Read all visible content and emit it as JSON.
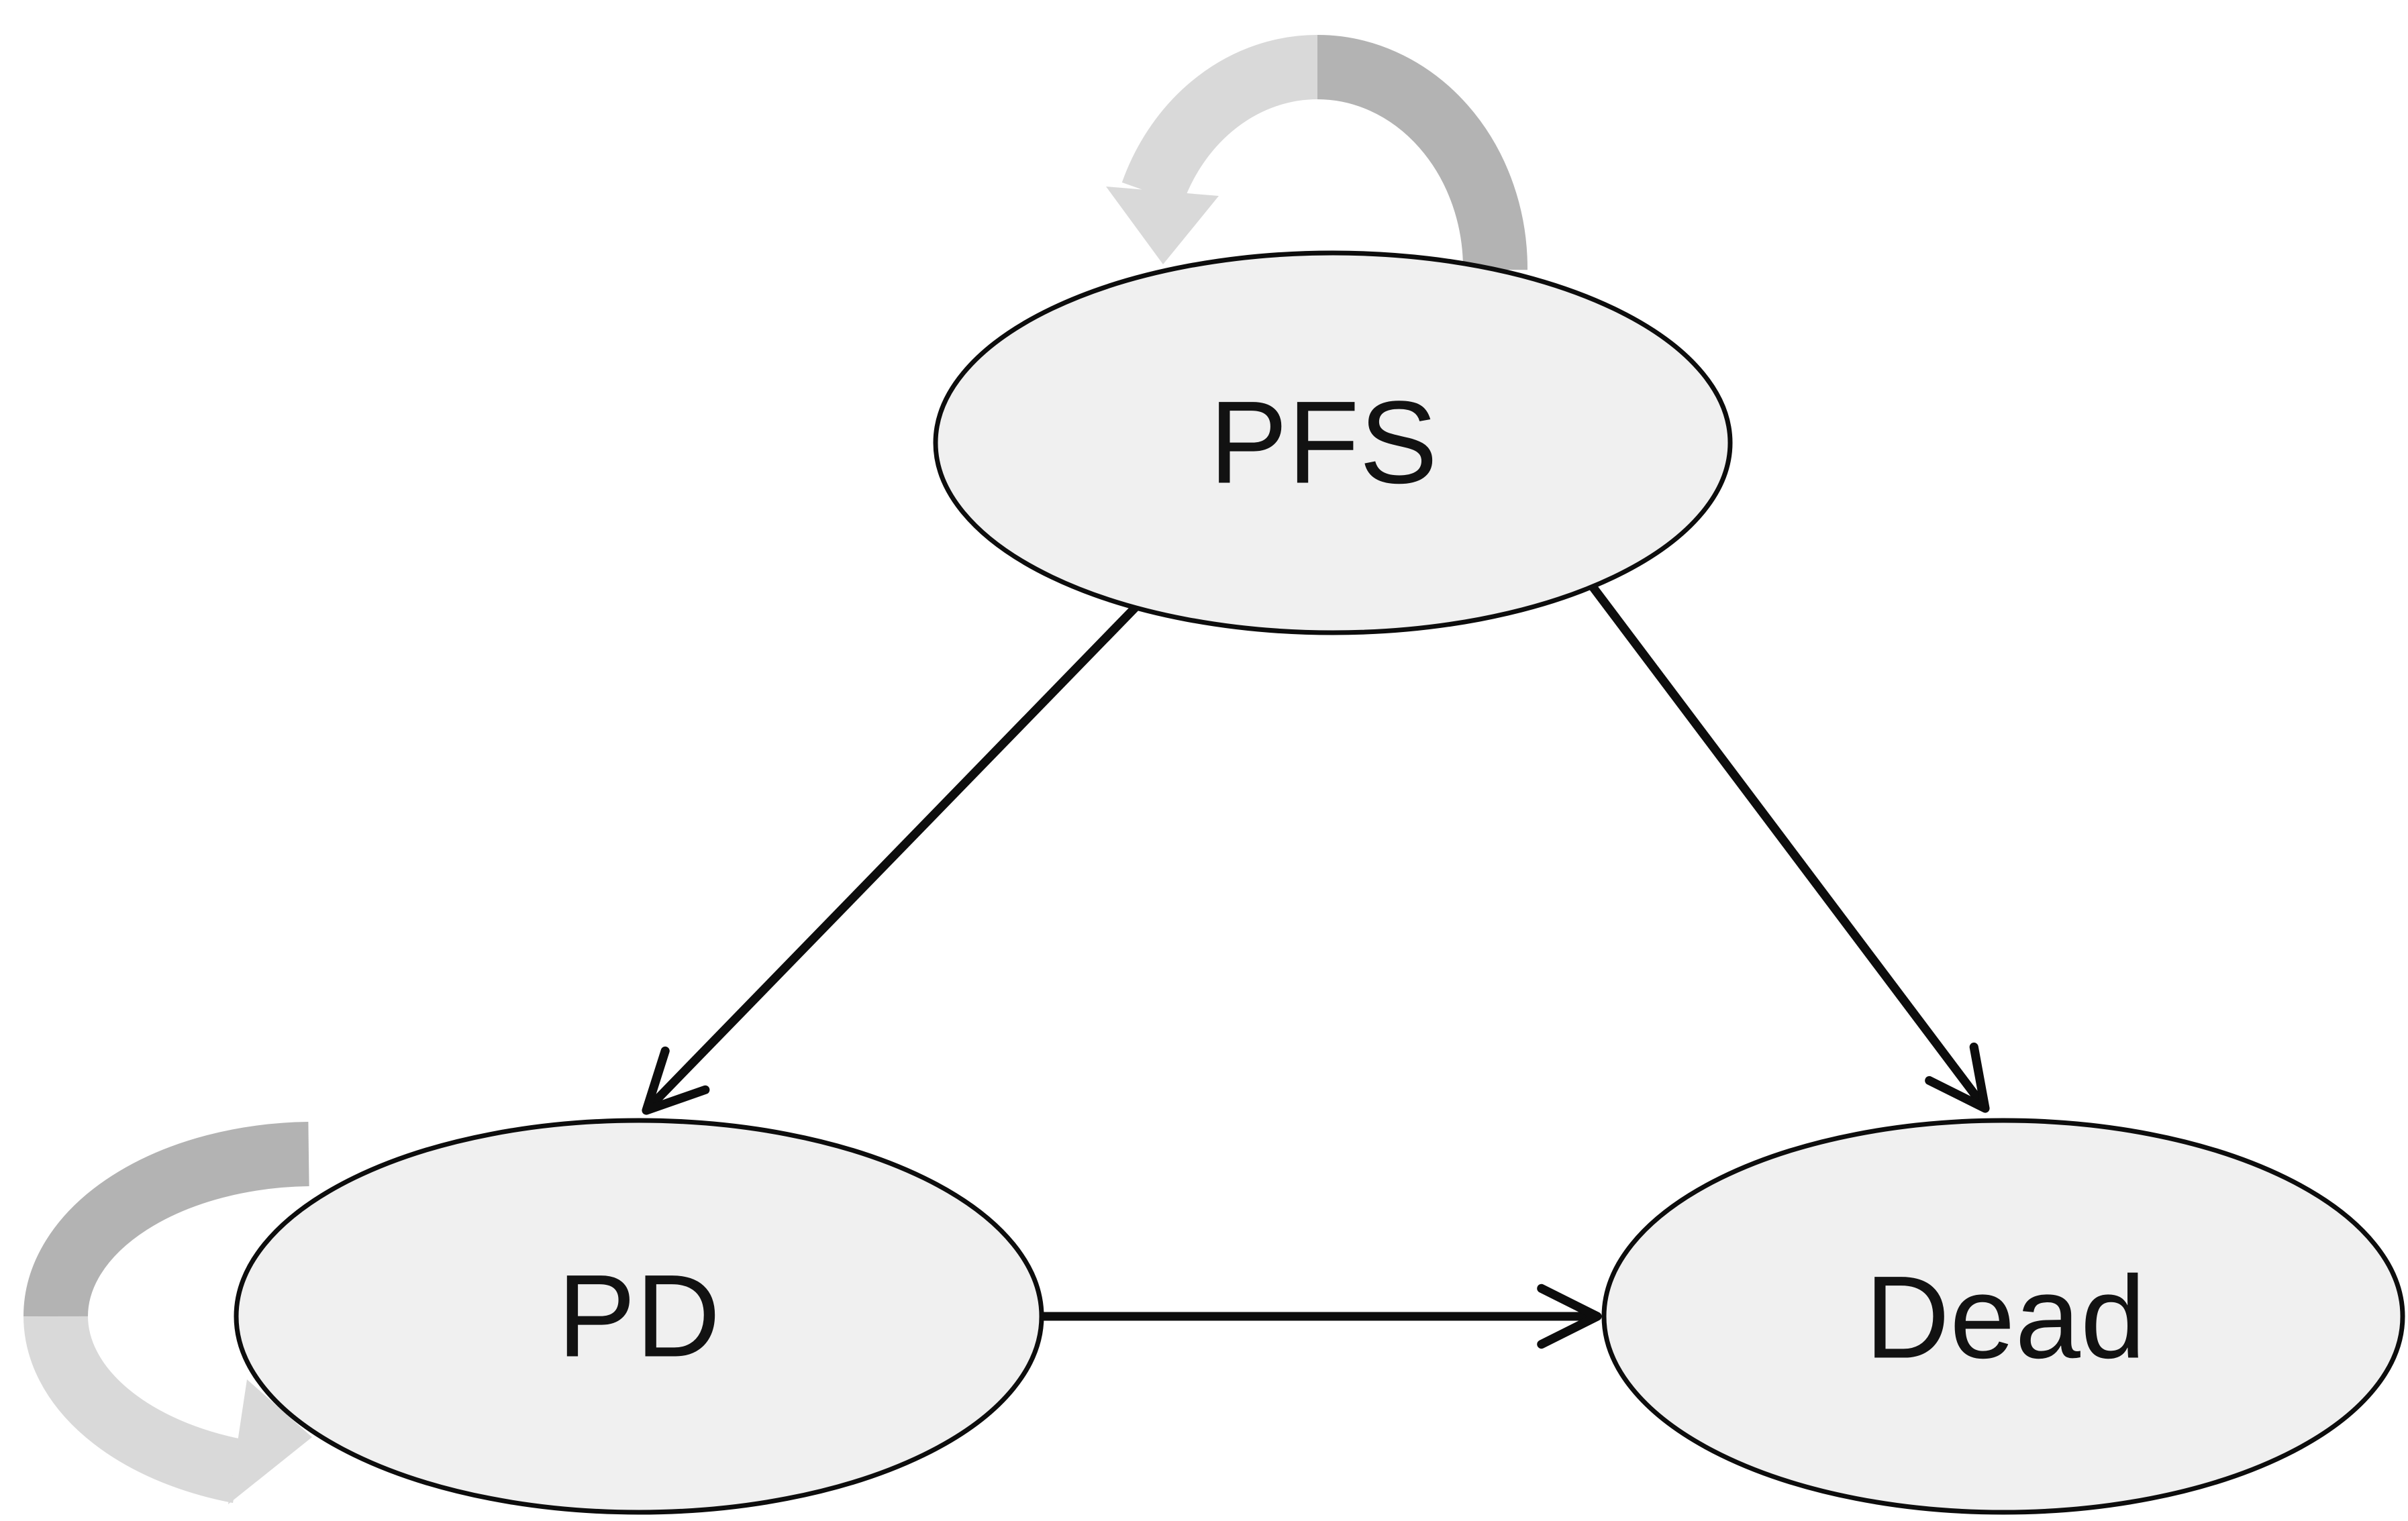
{
  "diagram": {
    "type": "state-transition-diagram",
    "nodes": [
      {
        "id": "pfs",
        "label": "PFS"
      },
      {
        "id": "pd",
        "label": "PD"
      },
      {
        "id": "dead",
        "label": "Dead"
      }
    ],
    "edges": [
      {
        "from": "PFS",
        "to": "PD",
        "style": "straight-arrow"
      },
      {
        "from": "PFS",
        "to": "Dead",
        "style": "straight-arrow"
      },
      {
        "from": "PD",
        "to": "Dead",
        "style": "straight-arrow"
      }
    ],
    "self_loops": [
      {
        "on": "PFS",
        "description": "curved gray self-transition arrow above node"
      },
      {
        "on": "PD",
        "description": "curved gray self-transition arrow left of node"
      }
    ],
    "colors": {
      "background": "#ffffff",
      "node_fill": "#f0f0f0",
      "node_stroke": "#0d0d0d",
      "arrow": "#0d0d0d",
      "label": "#121212",
      "loop_dark": "#b3b3b3",
      "loop_light": "#d9d9d9"
    }
  }
}
